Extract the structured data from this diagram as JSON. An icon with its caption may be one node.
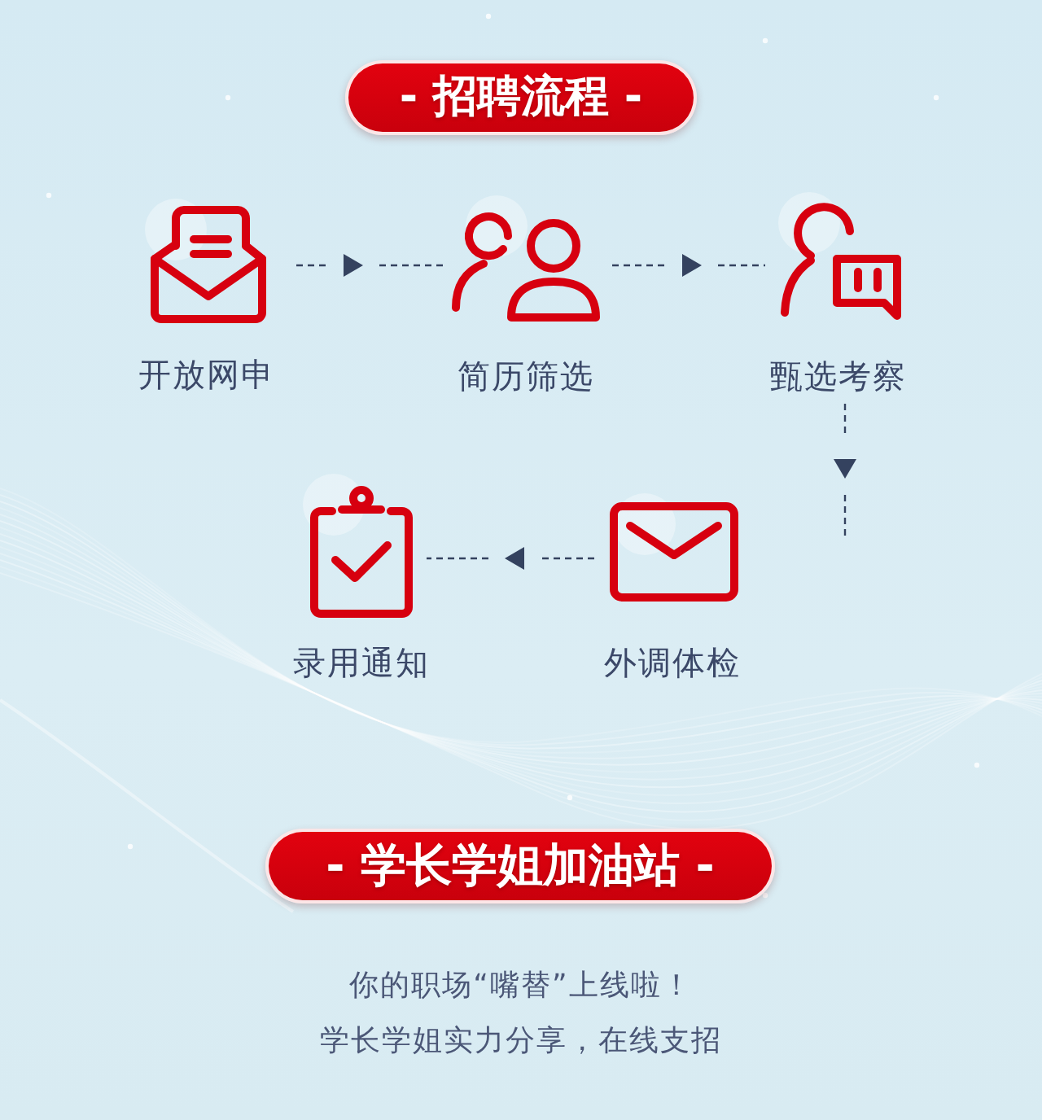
{
  "diagram": {
    "title": "- 招聘流程 -",
    "nodes": [
      {
        "text": [
          "开放网申"
        ]
      },
      {
        "text": [
          "简历筛选"
        ]
      },
      {
        "text": [
          "甄选考察"
        ]
      },
      {
        "text": [
          "外调体检"
        ]
      },
      {
        "text": [
          "录用通知"
        ]
      }
    ],
    "edges": [
      {
        "from": 0,
        "to": 1,
        "arrow": "to",
        "style": "dashed"
      },
      {
        "from": 1,
        "to": 2,
        "arrow": "to",
        "style": "dashed"
      },
      {
        "from": 2,
        "to": 3,
        "arrow": "to",
        "style": "dashed"
      },
      {
        "from": 3,
        "to": 4,
        "arrow": "to",
        "style": "dashed"
      }
    ],
    "labels": [
      "- 学长学姐加油站 -",
      "你的职场“嘴替”上线啦！",
      "学长学姐实力分享，在线支招"
    ]
  }
}
